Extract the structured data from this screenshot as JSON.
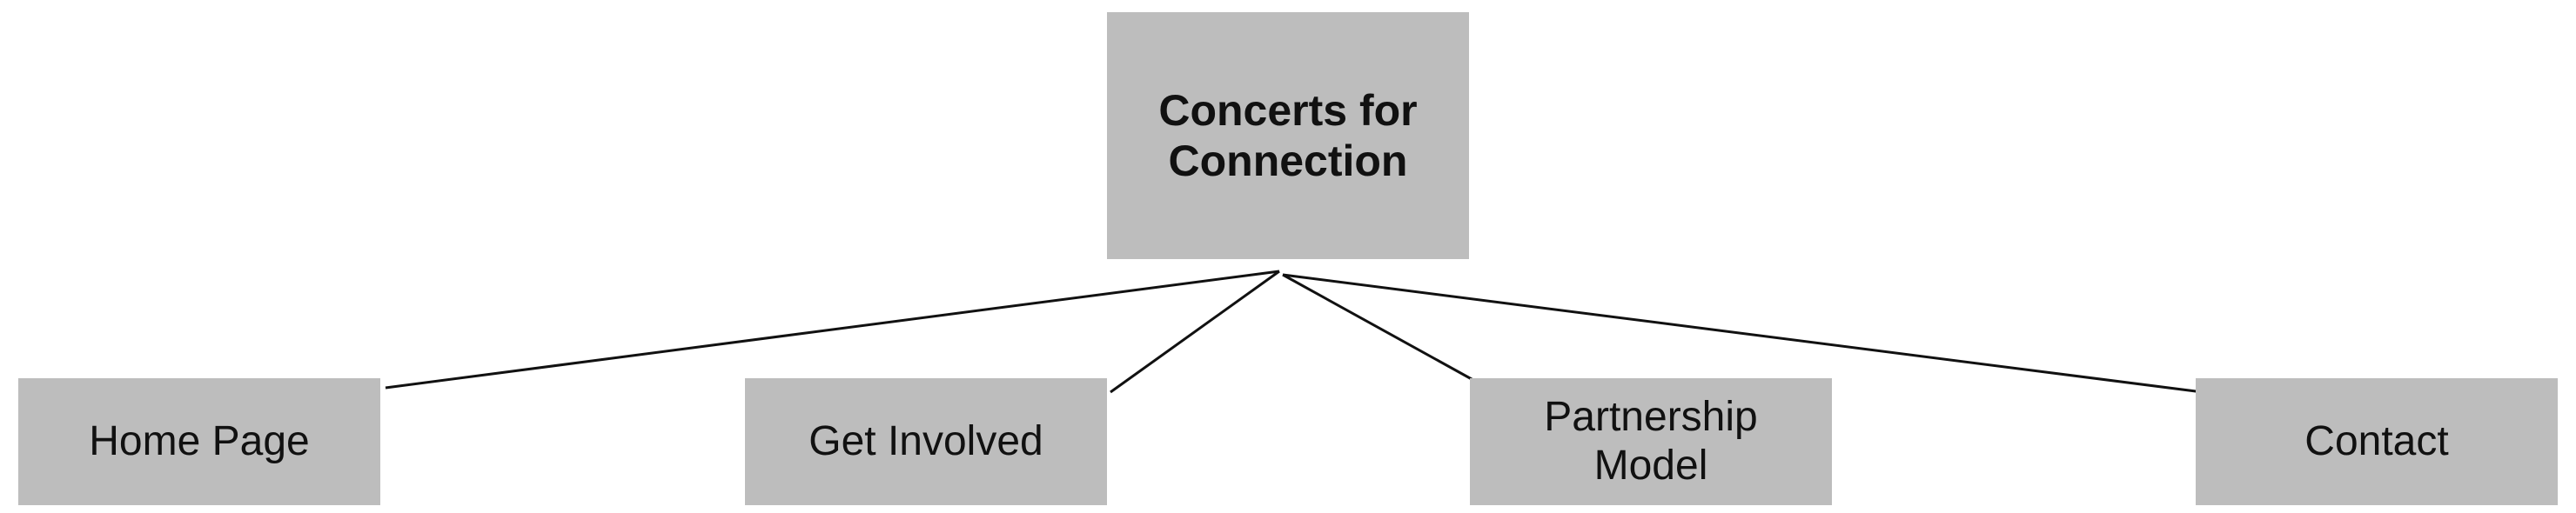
{
  "diagram": {
    "root": {
      "label": "Concerts for Connection"
    },
    "children": [
      {
        "id": "home",
        "label": "Home Page"
      },
      {
        "id": "involved",
        "label": "Get Involved"
      },
      {
        "id": "partner",
        "label": "Partnership Model"
      },
      {
        "id": "contact",
        "label": "Contact"
      }
    ]
  },
  "colors": {
    "node_fill": "#bdbdbd",
    "line": "#111111",
    "text": "#111111"
  }
}
